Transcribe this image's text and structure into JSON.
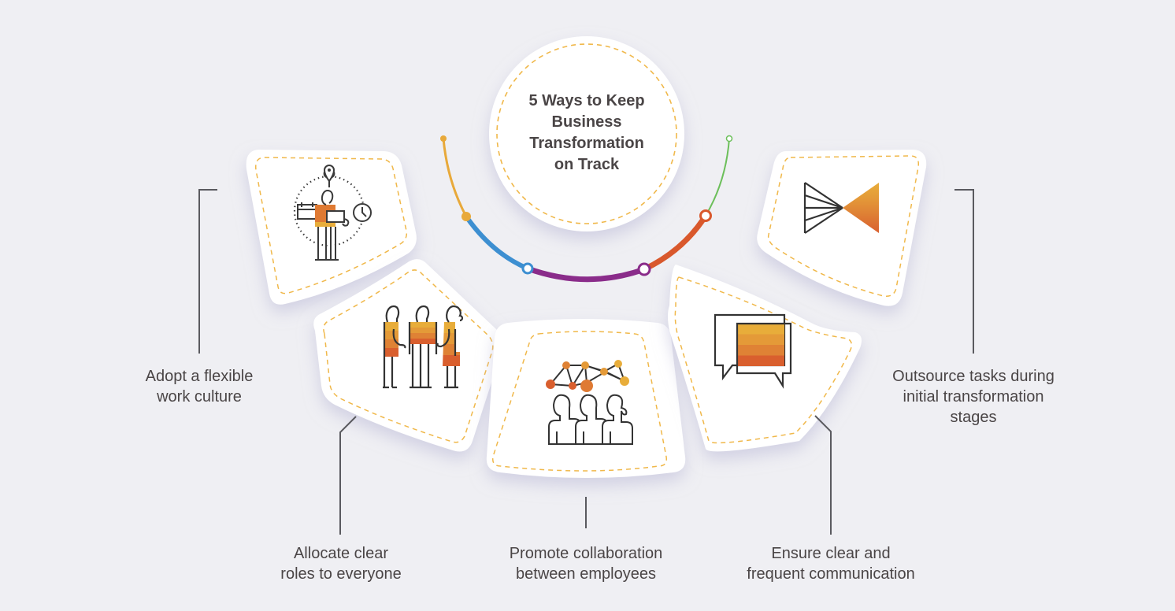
{
  "title": "5 Ways to Keep\nBusiness\nTransformation\non Track",
  "items": [
    {
      "label": "Adopt a flexible\nwork culture",
      "icon": "flexible-worker-icon"
    },
    {
      "label": "Allocate clear\nroles to everyone",
      "icon": "team-roles-icon"
    },
    {
      "label": "Promote collaboration\nbetween employees",
      "icon": "collaboration-network-icon"
    },
    {
      "label": "Ensure clear and\nfrequent communication",
      "icon": "chat-bubbles-icon"
    },
    {
      "label": "Outsource tasks during\ninitial transformation\nstages",
      "icon": "outsource-funnel-icon"
    }
  ],
  "colors": {
    "background": "#efeff3",
    "card": "#ffffff",
    "dash": "#f0b84a",
    "text": "#4a4546",
    "arc_yellow": "#e8a93a",
    "arc_blue": "#3d8fd1",
    "arc_purple": "#8a2c8a",
    "arc_orange": "#d9582c",
    "arc_green": "#6cbf5a"
  }
}
